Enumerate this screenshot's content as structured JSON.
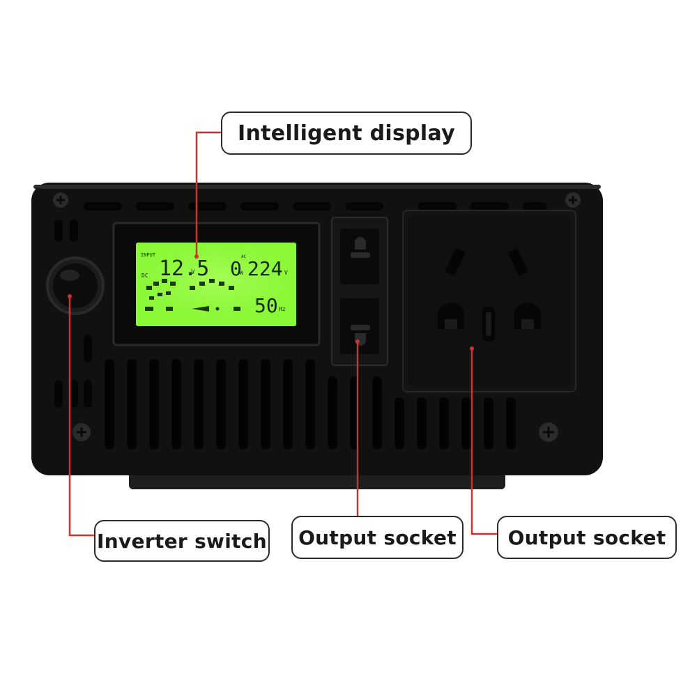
{
  "callouts": {
    "display": "Intelligent display",
    "switch": "Inverter switch",
    "socket_small": "Output socket",
    "socket_large": "Output socket"
  },
  "lcd": {
    "dc_voltage": "12.5",
    "dc_unit": "V",
    "power": "0",
    "power_unit": "W",
    "ac_voltage": "224",
    "ac_unit": "V",
    "frequency": "50",
    "frequency_unit": "Hz",
    "input_label": "INPUT",
    "dc_label": "DC",
    "ac_label": "AC"
  },
  "colors": {
    "housing": "#111111",
    "lcd_green": "#8fff3a",
    "leader_line": "#d03030"
  }
}
